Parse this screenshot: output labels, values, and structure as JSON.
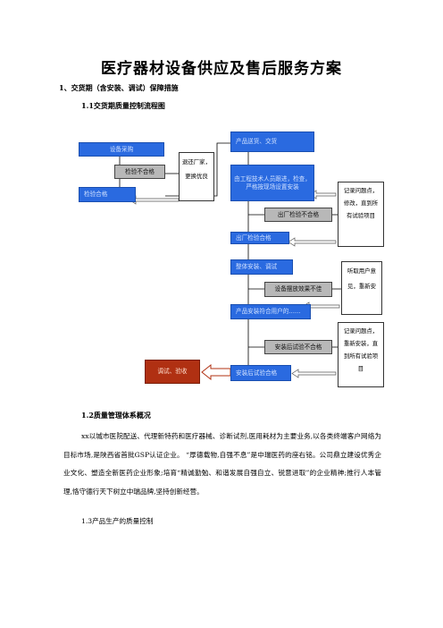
{
  "title": "医疗器材设备供应及售后服务方案",
  "section1": "1、交货期（含安装、调试）保障措施",
  "section1_1": "1.1交货期质量控制流程图",
  "flow": {
    "equipment_purchase": "设备采购",
    "inspect_fail": "检验不合格",
    "return_note": "退还厂家，更换优良",
    "inspect_pass": "检验合格",
    "ship": "产品送货、交货",
    "onsite_check": "由工程技术人员跟进，检查，严格按现场设置安装",
    "record_note_1": "记录问题点，修改，直到所有试验项目",
    "factory_fail": "出厂检验不合格",
    "factory_pass": "出厂检验合格",
    "install": "整体安装、调试",
    "feedback_note": "听取用户意见，重新安",
    "debug_fail": "设备摆放效果不佳",
    "install_ok": "产品安装符合用户的……",
    "post_install_fail": "安装后试验不合格",
    "record_note_2": "记录问题点，重新安装，直到所有试验项目",
    "post_install_pass": "安装后试验合格",
    "final": "调试、验收"
  },
  "section1_2": "1.2质量管理体系概况",
  "paragraph": "xx以城市医院配送、代理新特药和医疗器械、诊断试剂,医用耗材为主要业务,以各类终端客户网络为目标市场,是陕西省首批GSP认证企业。 “厚德载物,自强不息”是中瑞医药的座右铭。公司鼎立建设优秀企业文化、塑造全新医药企业形象;培育“精诚勤勉、和谐发展自强自立、锐意进取”的企业精神;推行人本管理,恪守德行天下树立中瑞品牌,坚持创新经营。",
  "section1_3": "1.3产品生产的质量控制",
  "colors": {
    "flow_blue": "#2a6ae0",
    "flow_gray": "#b8b8b8",
    "flow_red": "#b03012"
  }
}
